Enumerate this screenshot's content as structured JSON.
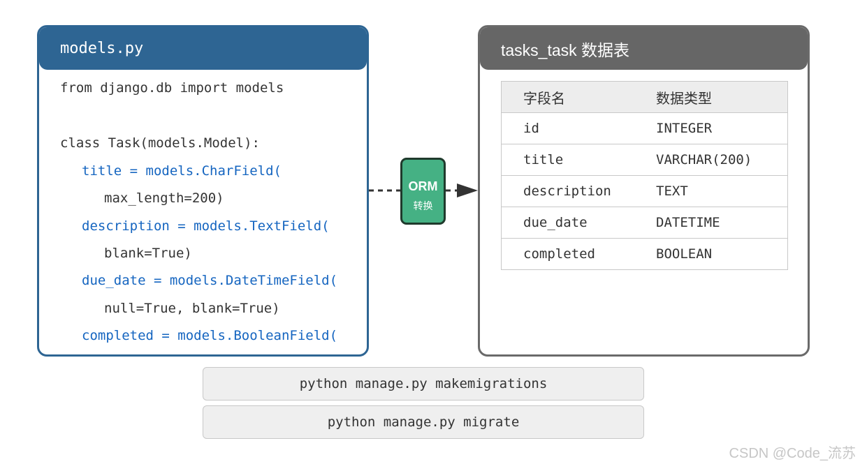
{
  "models_panel": {
    "title": "models.py",
    "code_lines": [
      "from django.db import models",
      "class Task(models.Model):",
      "title = models.CharField(",
      "max_length=200)",
      "description = models.TextField(",
      "blank=True)",
      "due_date = models.DateTimeField(",
      "null=True, blank=True)",
      "completed = models.BooleanField("
    ]
  },
  "table_panel": {
    "title": "tasks_task 数据表",
    "headers": [
      "字段名",
      "数据类型"
    ],
    "rows": [
      {
        "field": "id",
        "type": "INTEGER"
      },
      {
        "field": "title",
        "type": "VARCHAR(200)"
      },
      {
        "field": "description",
        "type": "TEXT"
      },
      {
        "field": "due_date",
        "type": "DATETIME"
      },
      {
        "field": "completed",
        "type": "BOOLEAN"
      }
    ]
  },
  "orm": {
    "title": "ORM",
    "subtitle": "转换"
  },
  "commands": [
    "python manage.py makemigrations",
    "python manage.py migrate"
  ],
  "watermark": "CSDN @Code_流苏",
  "colors": {
    "models_header": "#2e6593",
    "table_header": "#666666",
    "code_blue": "#1565c0",
    "orm_green": "#45b184"
  }
}
